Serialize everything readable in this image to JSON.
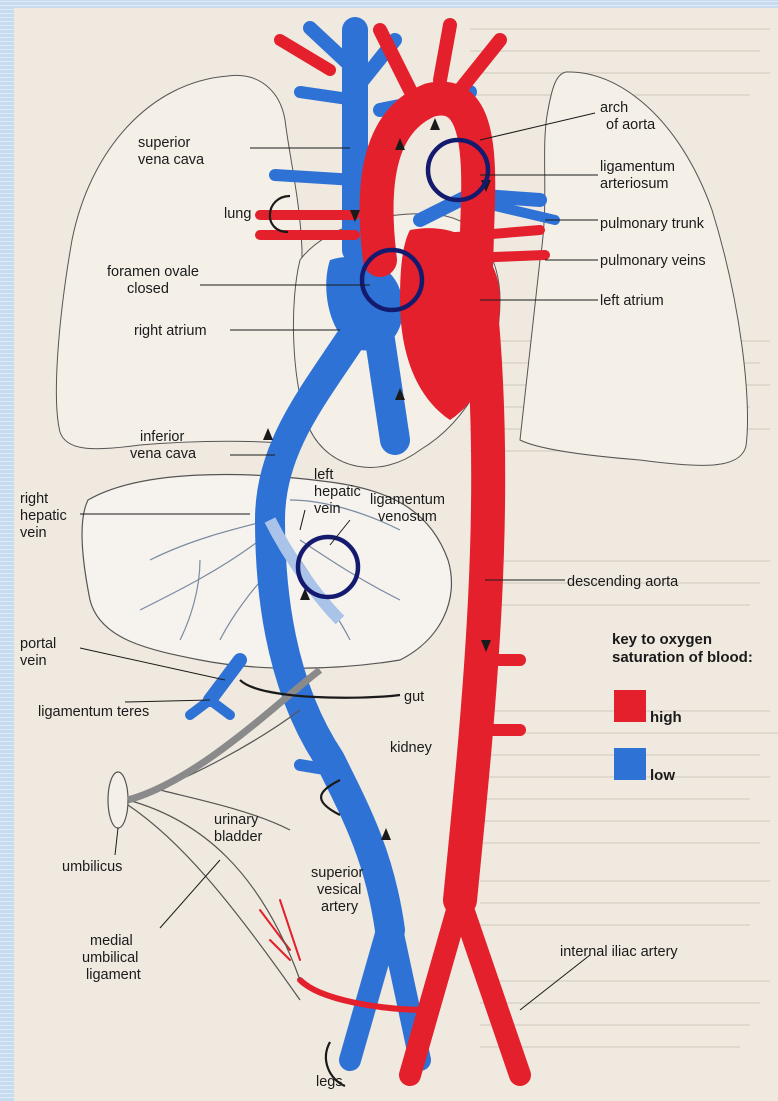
{
  "labels": {
    "superior_vena_cava": [
      "superior",
      "vena cava"
    ],
    "lung": "lung",
    "foramen_ovale": [
      "foramen ovale",
      "closed"
    ],
    "right_atrium": "right atrium",
    "inferior_vena_cava": [
      "inferior",
      "vena cava"
    ],
    "left_hepatic_vein": [
      "left",
      "hepatic",
      "vein"
    ],
    "ligamentum_venosum": [
      "ligamentum",
      "venosum"
    ],
    "right_hepatic_vein": [
      "right",
      "hepatic",
      "vein"
    ],
    "portal_vein": [
      "portal",
      "vein"
    ],
    "ligamentum_teres": "ligamentum teres",
    "urinary_bladder": [
      "urinary",
      "bladder"
    ],
    "umbilicus": "umbilicus",
    "superior_vesical_artery": [
      "superior",
      "vesical",
      "artery"
    ],
    "medial_umbilical_ligament": [
      "medial",
      "umbilical",
      "ligament"
    ],
    "legs": "legs",
    "arch_of_aorta": [
      "arch",
      "of aorta"
    ],
    "ligamentum_arteriosum": [
      "ligamentum",
      "arteriosum"
    ],
    "pulmonary_trunk": "pulmonary trunk",
    "pulmonary_veins": "pulmonary veins",
    "left_atrium": "left atrium",
    "descending_aorta": "descending aorta",
    "gut": "gut",
    "kidney": "kidney",
    "internal_iliac_artery": "internal iliac artery"
  },
  "key": {
    "title": [
      "key to oxygen",
      "saturation of blood:"
    ],
    "high": "high",
    "low": "low",
    "high_color": "#e3202b",
    "low_color": "#2f72d6"
  },
  "colors": {
    "oxygenated": "#e3202b",
    "deoxygenated": "#2f72d6",
    "highlight_circle": "#141a6e",
    "background": "#efe9df"
  }
}
